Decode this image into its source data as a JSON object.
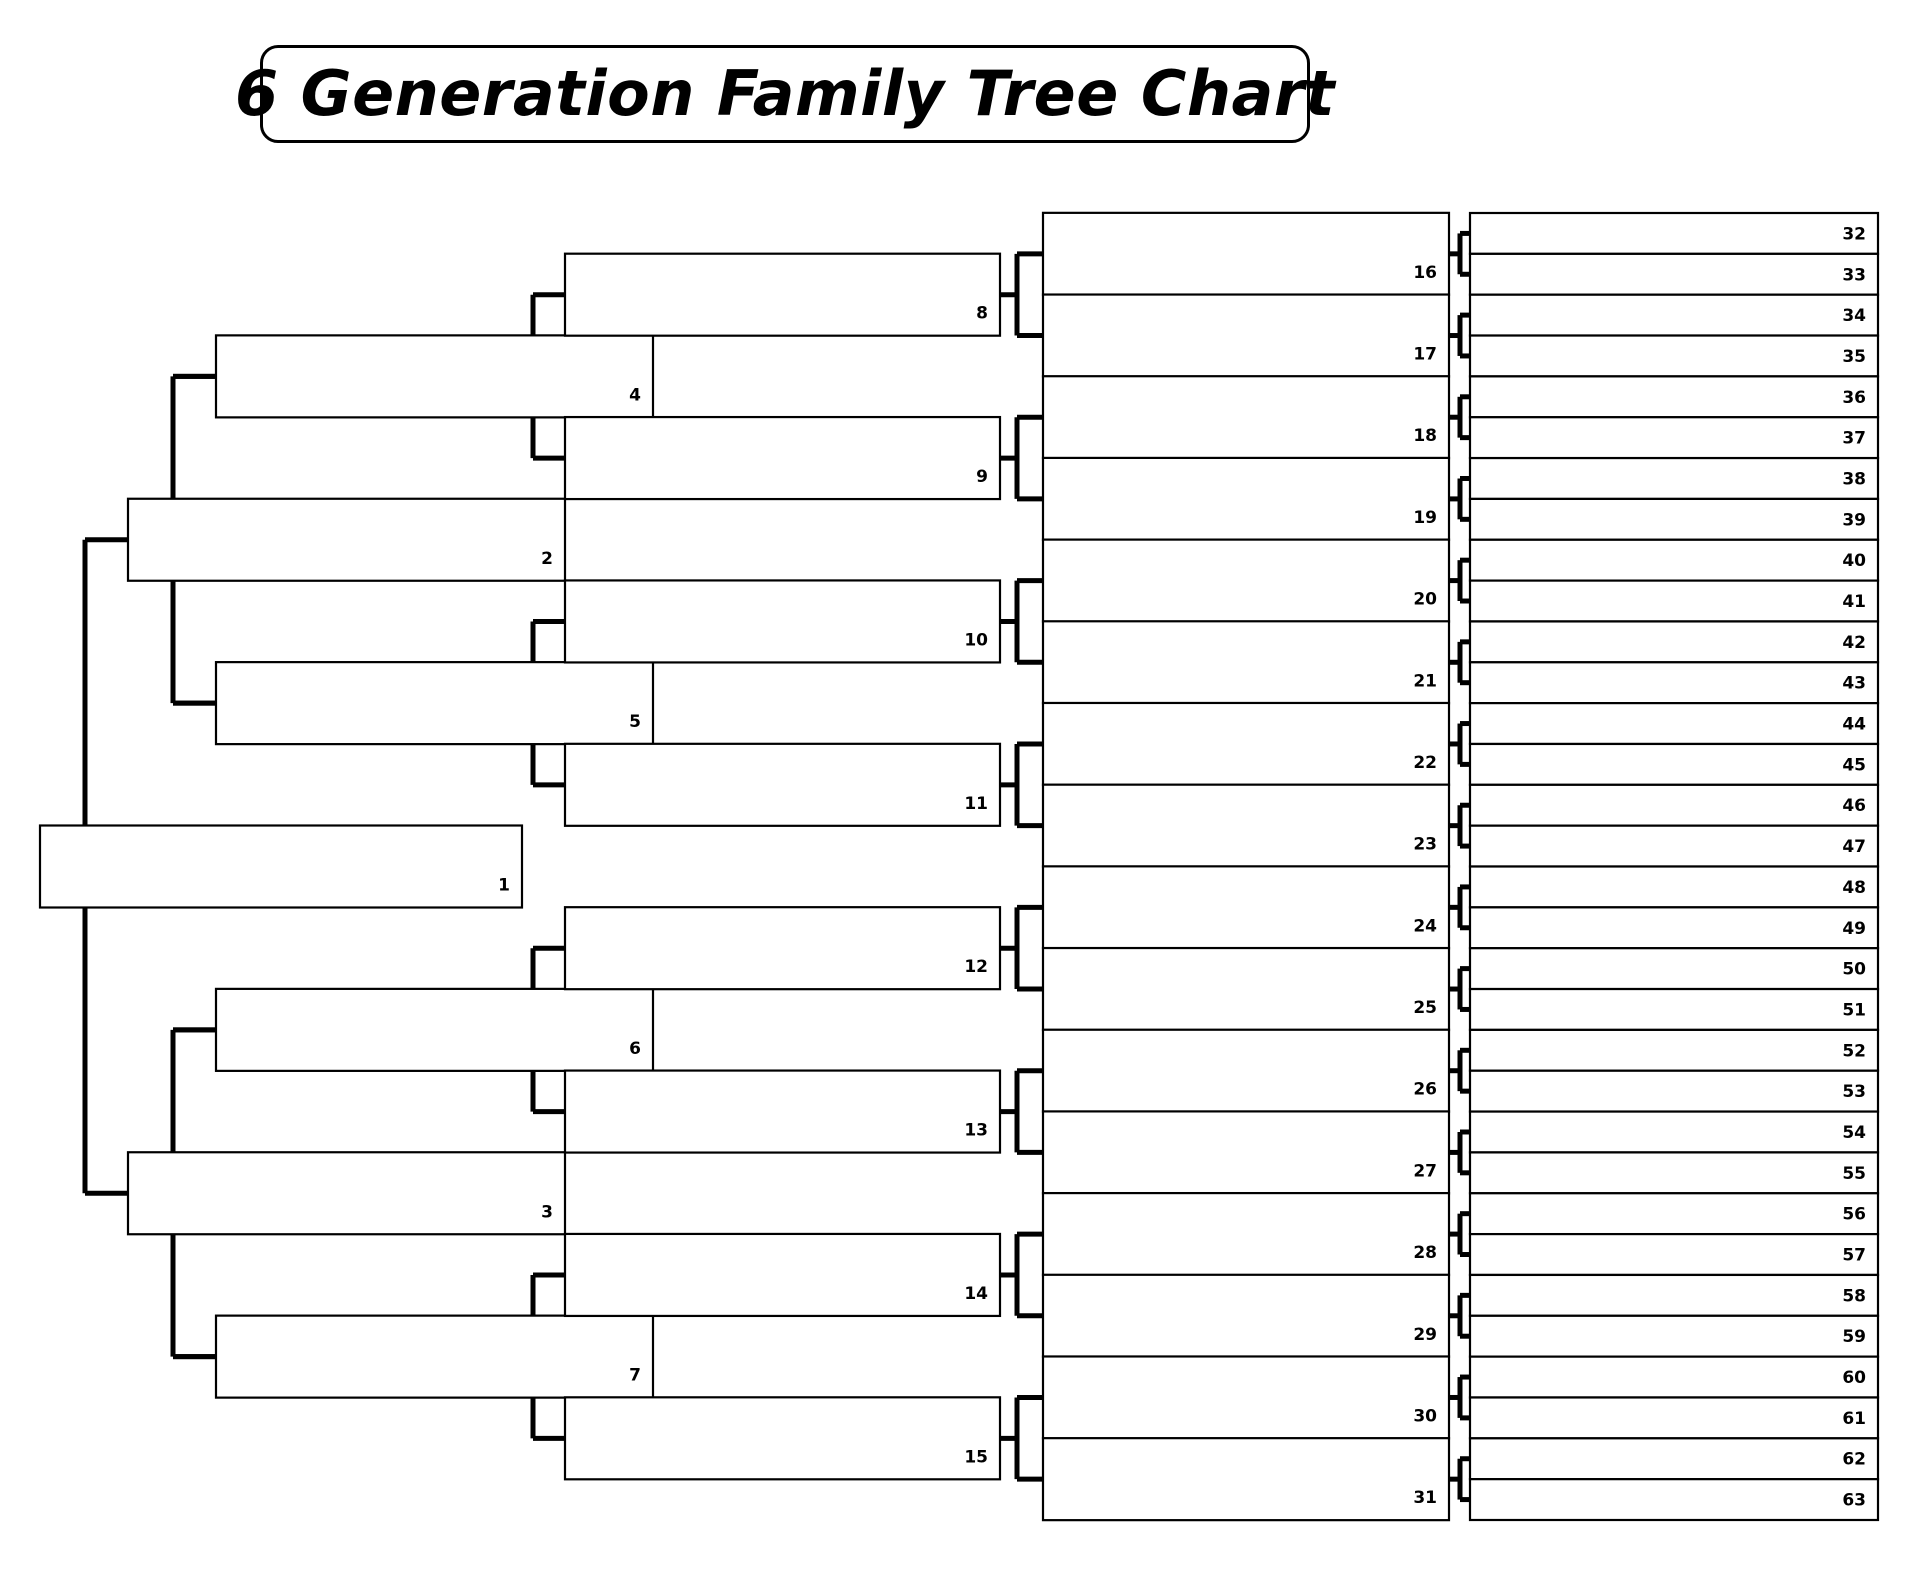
{
  "title": "6 Generation Family Tree Chart",
  "chart_data": {
    "type": "diagram",
    "title": "6 Generation Family Tree Chart",
    "description": "Blank ahnentafel / pedigree family tree chart with 63 numbered empty boxes arranged in 6 generations",
    "generations": [
      {
        "generation": 1,
        "numbers": [
          1
        ]
      },
      {
        "generation": 2,
        "numbers": [
          2,
          3
        ]
      },
      {
        "generation": 3,
        "numbers": [
          4,
          5,
          6,
          7
        ]
      },
      {
        "generation": 4,
        "numbers": [
          8,
          9,
          10,
          11,
          12,
          13,
          14,
          15
        ]
      },
      {
        "generation": 5,
        "numbers": [
          16,
          17,
          18,
          19,
          20,
          21,
          22,
          23,
          24,
          25,
          26,
          27,
          28,
          29,
          30,
          31
        ]
      },
      {
        "generation": 6,
        "numbers": [
          32,
          33,
          34,
          35,
          36,
          37,
          38,
          39,
          40,
          41,
          42,
          43,
          44,
          45,
          46,
          47,
          48,
          49,
          50,
          51,
          52,
          53,
          54,
          55,
          56,
          57,
          58,
          59,
          60,
          61,
          62,
          63
        ]
      }
    ],
    "box_values": {
      "1": "",
      "2": "",
      "3": "",
      "4": "",
      "5": "",
      "6": "",
      "7": "",
      "8": "",
      "9": "",
      "10": "",
      "11": "",
      "12": "",
      "13": "",
      "14": "",
      "15": "",
      "16": "",
      "17": "",
      "18": "",
      "19": "",
      "20": "",
      "21": "",
      "22": "",
      "23": "",
      "24": "",
      "25": "",
      "26": "",
      "27": "",
      "28": "",
      "29": "",
      "30": "",
      "31": "",
      "32": "",
      "33": "",
      "34": "",
      "35": "",
      "36": "",
      "37": "",
      "38": "",
      "39": "",
      "40": "",
      "41": "",
      "42": "",
      "43": "",
      "44": "",
      "45": "",
      "46": "",
      "47": "",
      "48": "",
      "49": "",
      "50": "",
      "51": "",
      "52": "",
      "53": "",
      "54": "",
      "55": "",
      "56": "",
      "57": "",
      "58": "",
      "59": "",
      "60": "",
      "61": "",
      "62": "",
      "63": ""
    },
    "colors": {
      "line": "#000000",
      "box_fill": "#ffffff",
      "background": "#ffffff",
      "text": "#000000"
    }
  }
}
